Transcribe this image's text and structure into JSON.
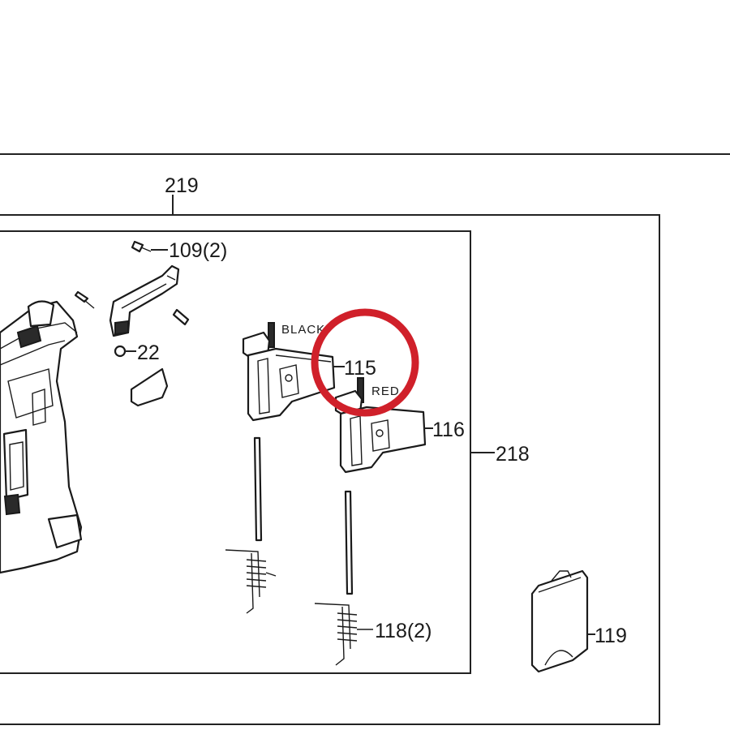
{
  "callouts": {
    "c219": "219",
    "c109": "109(2)",
    "c22": "22",
    "c115": "115",
    "c116": "116",
    "c218": "218",
    "c118": "118(2)",
    "c119": "119"
  },
  "wire_labels": {
    "black": "BLACK",
    "red": "RED"
  },
  "highlight": {
    "color": "#d0202a",
    "target": "115"
  }
}
